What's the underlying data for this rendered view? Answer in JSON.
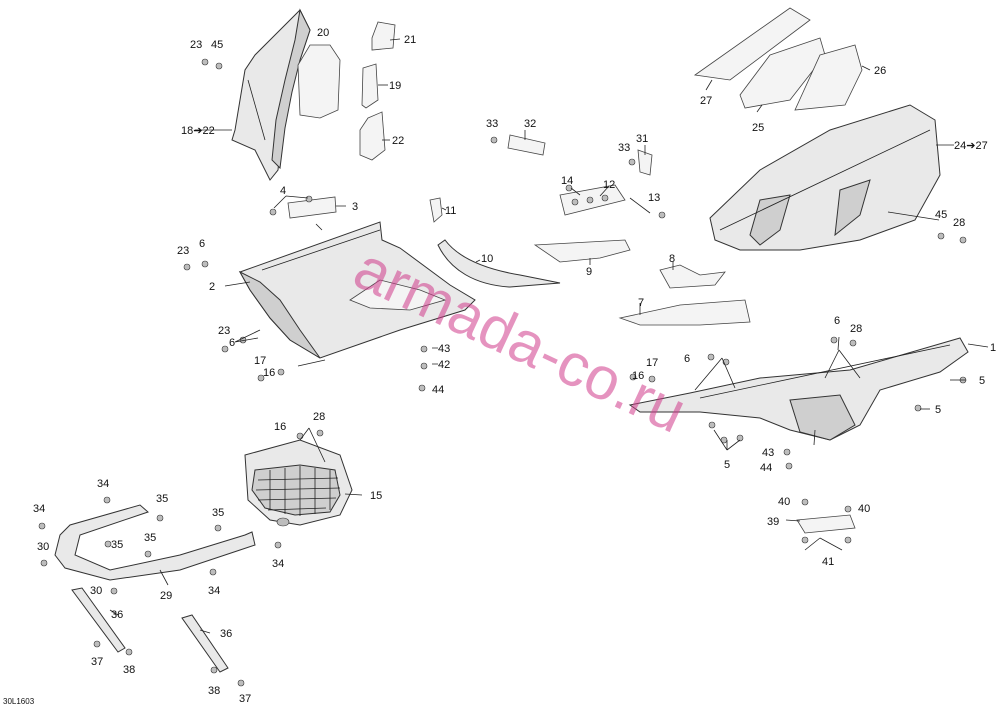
{
  "diagram": {
    "code": "30L1603",
    "watermark": "armada-co.ru",
    "labels": {
      "l1": "1",
      "l2": "2",
      "l3": "3",
      "l4": "4",
      "l5a": "5",
      "l5b": "5",
      "l5c": "5",
      "l6a": "6",
      "l6b": "6",
      "l6c": "6",
      "l6d": "6",
      "l7": "7",
      "l8": "8",
      "l9": "9",
      "l10": "10",
      "l11": "11",
      "l12": "12",
      "l13": "13",
      "l14": "14",
      "l15": "15",
      "l16a": "16",
      "l16b": "16",
      "l16c": "16",
      "l17a": "17",
      "l17b": "17",
      "l18": "18➔22",
      "l19": "19",
      "l20": "20",
      "l21": "21",
      "l22": "22",
      "l23a": "23",
      "l23b": "23",
      "l23c": "23",
      "l24": "24➔27",
      "l25": "25",
      "l26": "26",
      "l27": "27",
      "l28a": "28",
      "l28b": "28",
      "l28c": "28",
      "l29": "29",
      "l30a": "30",
      "l30b": "30",
      "l31": "31",
      "l32": "32",
      "l33a": "33",
      "l33b": "33",
      "l34a": "34",
      "l34b": "34",
      "l34c": "34",
      "l34d": "34",
      "l35a": "35",
      "l35b": "35",
      "l35c": "35",
      "l35d": "35",
      "l36a": "36",
      "l36b": "36",
      "l37a": "37",
      "l37b": "37",
      "l38a": "38",
      "l38b": "38",
      "l39": "39",
      "l40a": "40",
      "l40b": "40",
      "l41": "41",
      "l42": "42",
      "l43a": "43",
      "l43b": "43",
      "l44a": "44",
      "l44b": "44",
      "l45a": "45",
      "l45b": "45"
    }
  }
}
